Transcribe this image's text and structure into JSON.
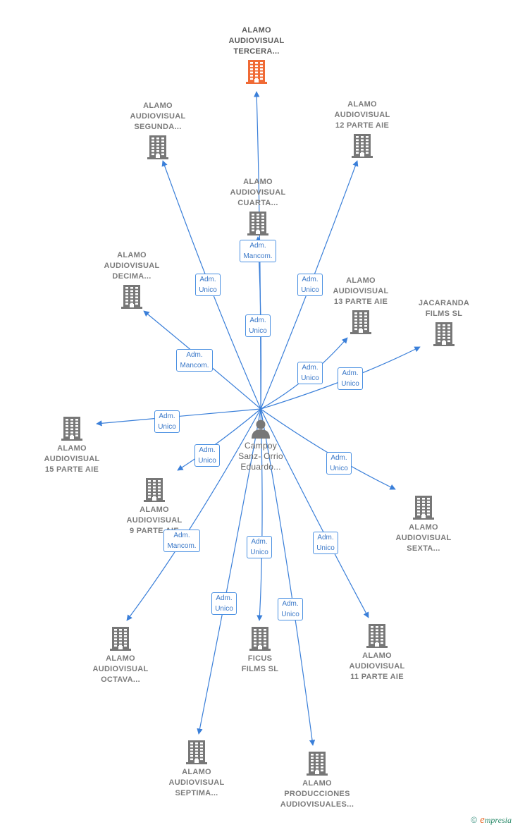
{
  "colors": {
    "edge": "#3a7fd9",
    "building": "#777777",
    "highlight": "#f06a35",
    "person": "#777777"
  },
  "center": {
    "label": "Campoy\nSanz- Orrio\nEduardo...",
    "icon": "person-icon"
  },
  "companies": [
    {
      "id": "tercera",
      "label": "ALAMO\nAUDIOVISUAL\nTERCERA...",
      "highlight": true
    },
    {
      "id": "segunda",
      "label": "ALAMO\nAUDIOVISUAL\nSEGUNDA..."
    },
    {
      "id": "p12",
      "label": "ALAMO\nAUDIOVISUAL\n12 PARTE AIE"
    },
    {
      "id": "cuarta",
      "label": "ALAMO\nAUDIOVISUAL\nCUARTA..."
    },
    {
      "id": "decima",
      "label": "ALAMO\nAUDIOVISUAL\nDECIMA..."
    },
    {
      "id": "p13",
      "label": "ALAMO\nAUDIOVISUAL\n13 PARTE AIE"
    },
    {
      "id": "jacaranda",
      "label": "JACARANDA\nFILMS  SL"
    },
    {
      "id": "p15",
      "label": "ALAMO\nAUDIOVISUAL\n15 PARTE AIE"
    },
    {
      "id": "p9",
      "label": "ALAMO\nAUDIOVISUAL\n9 PARTE AIE"
    },
    {
      "id": "sexta",
      "label": "ALAMO\nAUDIOVISUAL\nSEXTA..."
    },
    {
      "id": "octava",
      "label": "ALAMO\nAUDIOVISUAL\nOCTAVA..."
    },
    {
      "id": "ficus",
      "label": "FICUS\nFILMS  SL"
    },
    {
      "id": "p11",
      "label": "ALAMO\nAUDIOVISUAL\n11 PARTE AIE"
    },
    {
      "id": "septima",
      "label": "ALAMO\nAUDIOVISUAL\nSEPTIMA..."
    },
    {
      "id": "producciones",
      "label": "ALAMO\nPRODUCCIONES\nAUDIOVISUALES..."
    }
  ],
  "relations": [
    {
      "target": "tercera",
      "role": "Adm.\nUnico"
    },
    {
      "target": "segunda",
      "role": "Adm.\nUnico"
    },
    {
      "target": "p12",
      "role": "Adm.\nUnico"
    },
    {
      "target": "cuarta",
      "role": "Adm.\nMancom."
    },
    {
      "target": "decima",
      "role": "Adm.\nMancom."
    },
    {
      "target": "p13",
      "role": "Adm.\nUnico"
    },
    {
      "target": "jacaranda",
      "role": "Adm.\nUnico"
    },
    {
      "target": "p15",
      "role": "Adm.\nUnico"
    },
    {
      "target": "p9",
      "role": "Adm.\nUnico"
    },
    {
      "target": "sexta",
      "role": "Adm.\nUnico"
    },
    {
      "target": "octava",
      "role": "Adm.\nMancom."
    },
    {
      "target": "ficus",
      "role": "Adm.\nUnico"
    },
    {
      "target": "p11",
      "role": "Adm.\nUnico"
    },
    {
      "target": "septima",
      "role": "Adm.\nUnico"
    },
    {
      "target": "producciones",
      "role": "Adm.\nUnico"
    }
  ],
  "footer": {
    "copyright": "©",
    "brand_initial": "e",
    "brand_rest": "mpresia"
  }
}
